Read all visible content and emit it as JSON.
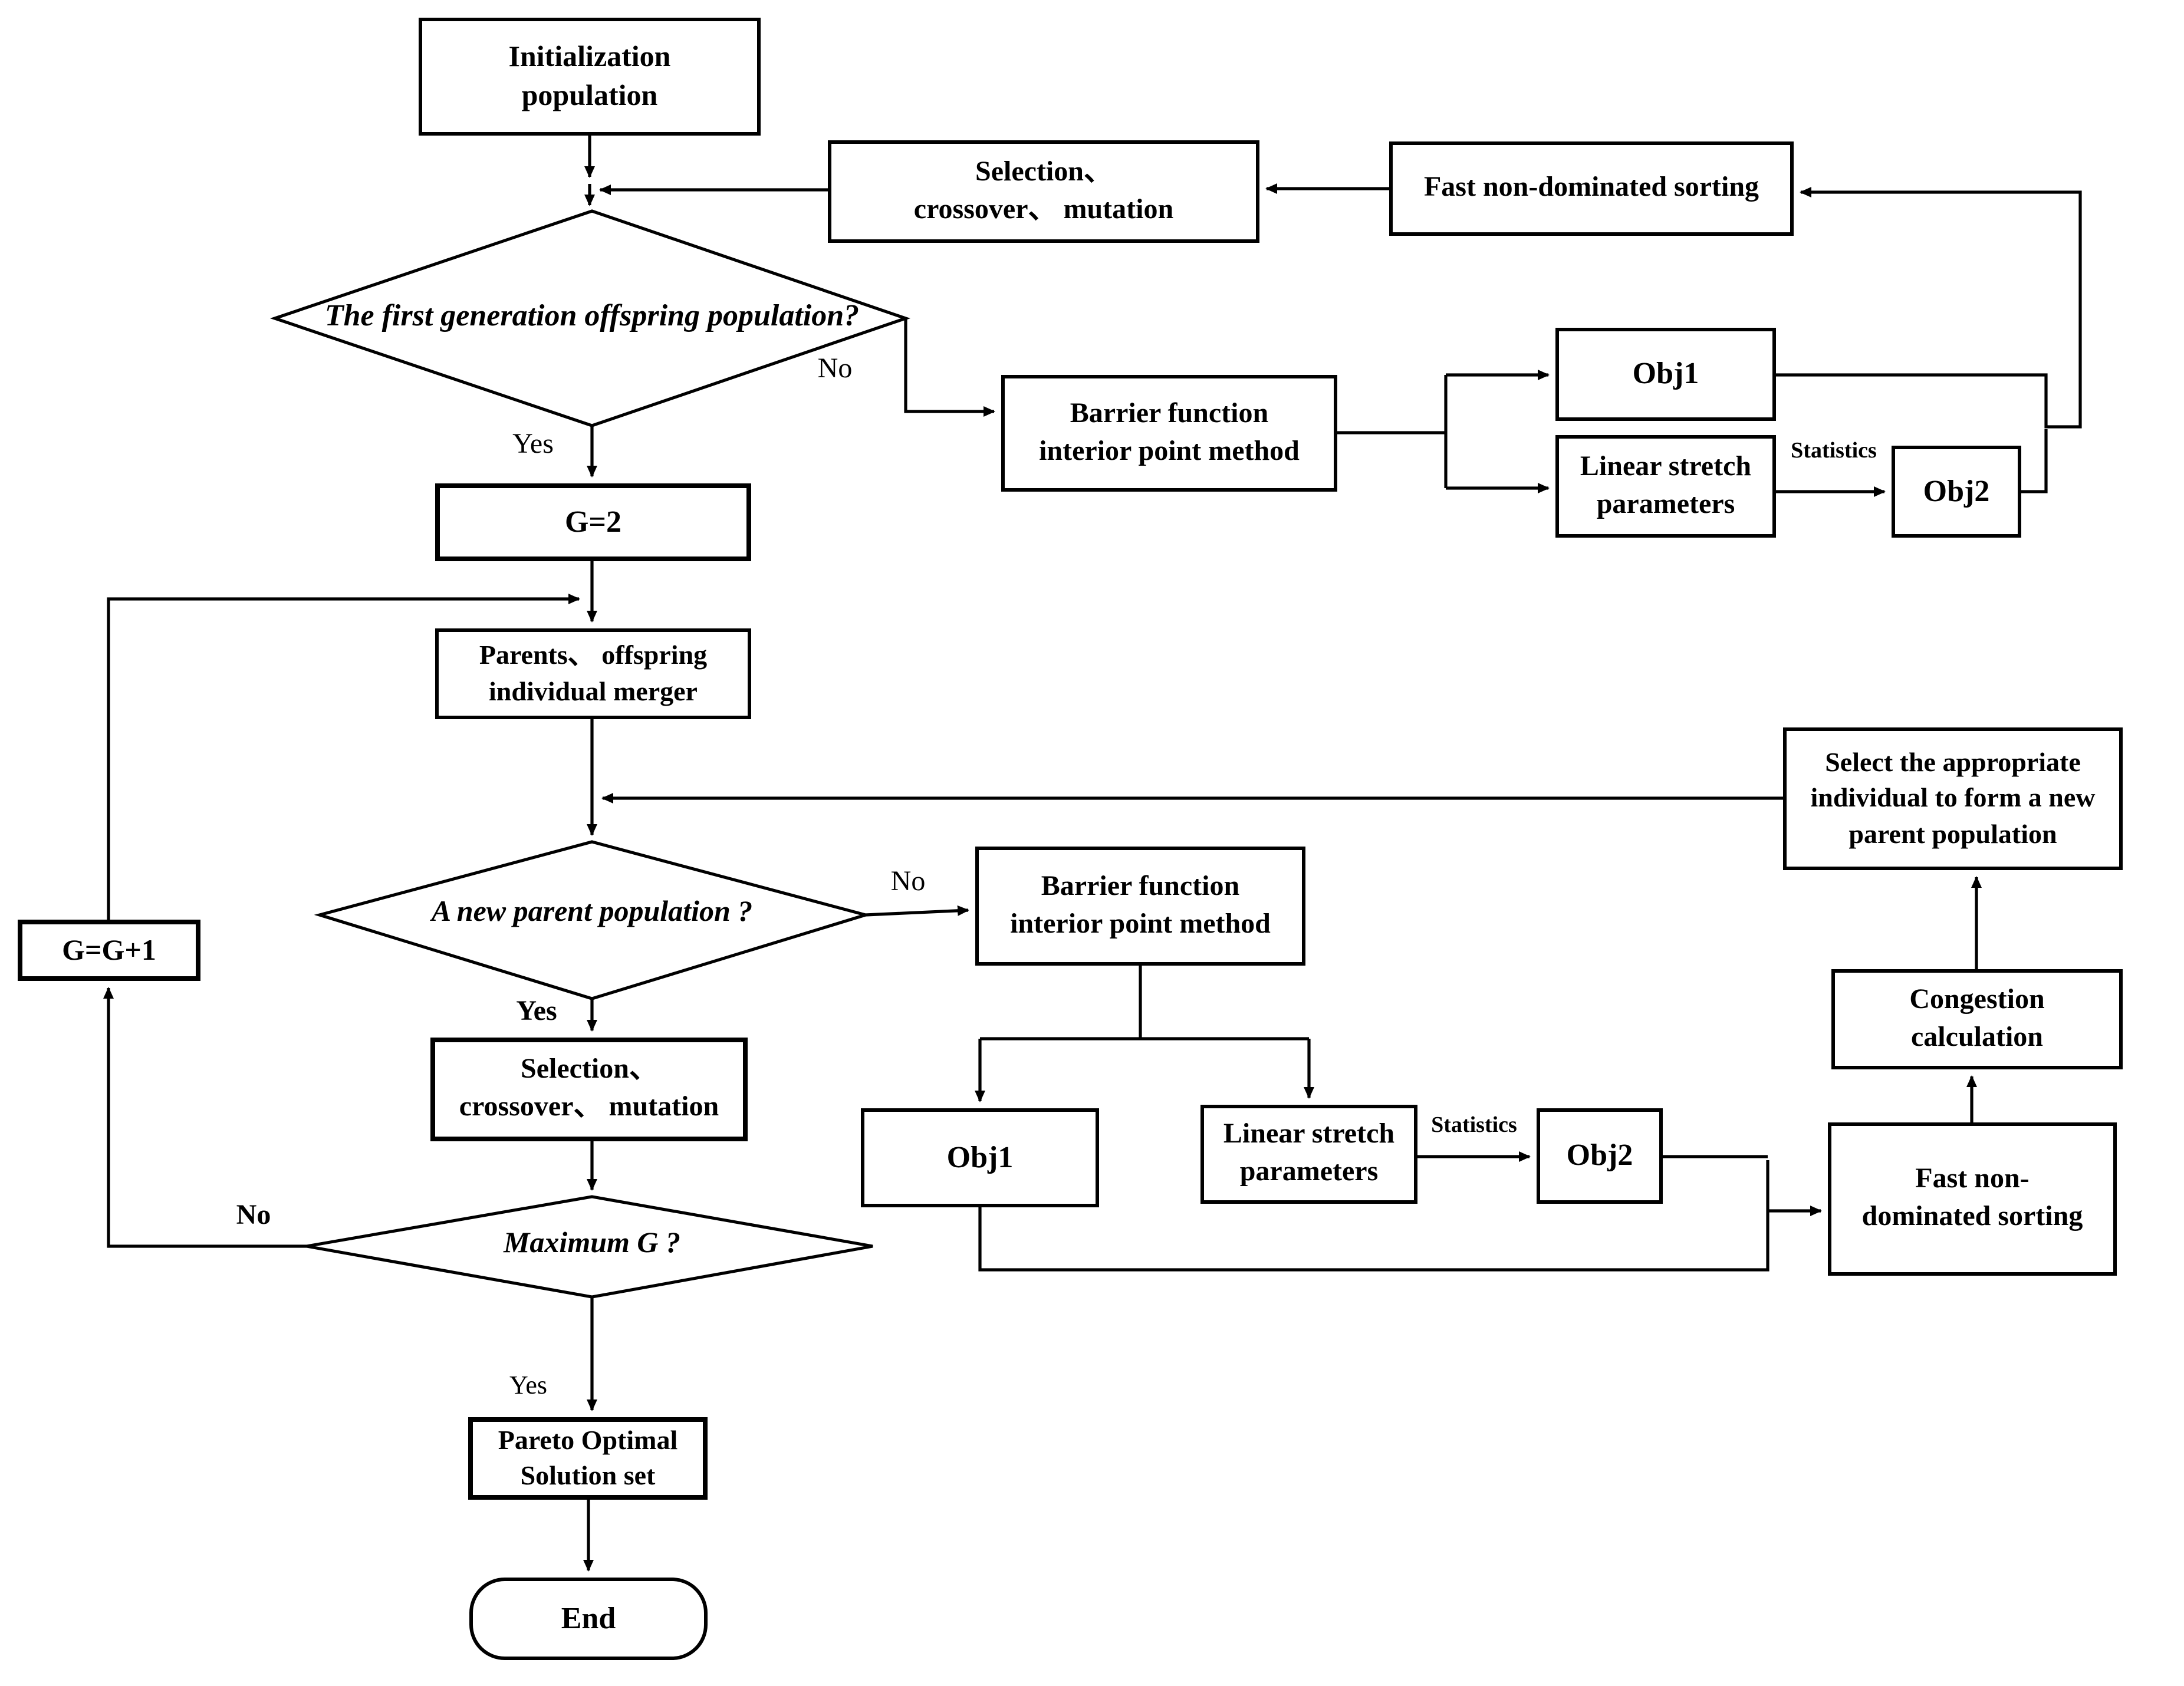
{
  "diagram": {
    "background_color": "#ffffff",
    "line_color": "#000000",
    "type": "flowchart"
  },
  "nodes": {
    "init": {
      "label": "Initialization\npopulation"
    },
    "sel1": {
      "label": "Selection、\ncrossover、 mutation"
    },
    "fast1": {
      "label": "Fast non-dominated sorting"
    },
    "d1": {
      "label": "The first generation offspring population?"
    },
    "barrier1": {
      "label": "Barrier function\ninterior point method"
    },
    "obj1a": {
      "label": "Obj1"
    },
    "lin1": {
      "label": "Linear stretch\nparameters"
    },
    "obj2a": {
      "label": "Obj2"
    },
    "g2": {
      "label": "G=2"
    },
    "parents": {
      "label": "Parents、 offspring\nindividual merger"
    },
    "select_new": {
      "label": "Select the appropriate\nindividual to form a new\nparent population"
    },
    "d2": {
      "label": "A new parent population ?"
    },
    "barrier2": {
      "label": "Barrier function\ninterior point method"
    },
    "obj1b": {
      "label": "Obj1"
    },
    "lin2": {
      "label": "Linear stretch\nparameters"
    },
    "obj2b": {
      "label": "Obj2"
    },
    "congestion": {
      "label": "Congestion\ncalculation"
    },
    "fast2": {
      "label": "Fast non-\ndominated sorting"
    },
    "sel2": {
      "label": "Selection、\ncrossover、 mutation"
    },
    "gplus": {
      "label": "G=G+1"
    },
    "d3": {
      "label": "Maximum G ?"
    },
    "pareto": {
      "label": "Pareto Optimal\nSolution set"
    },
    "end": {
      "label": "End"
    }
  },
  "edge_labels": {
    "yes1": "Yes",
    "no1": "No",
    "yes2": "Yes",
    "no2": "No",
    "yes3": "Yes",
    "no3": "No",
    "stat1": "Statistics",
    "stat2": "Statistics"
  }
}
